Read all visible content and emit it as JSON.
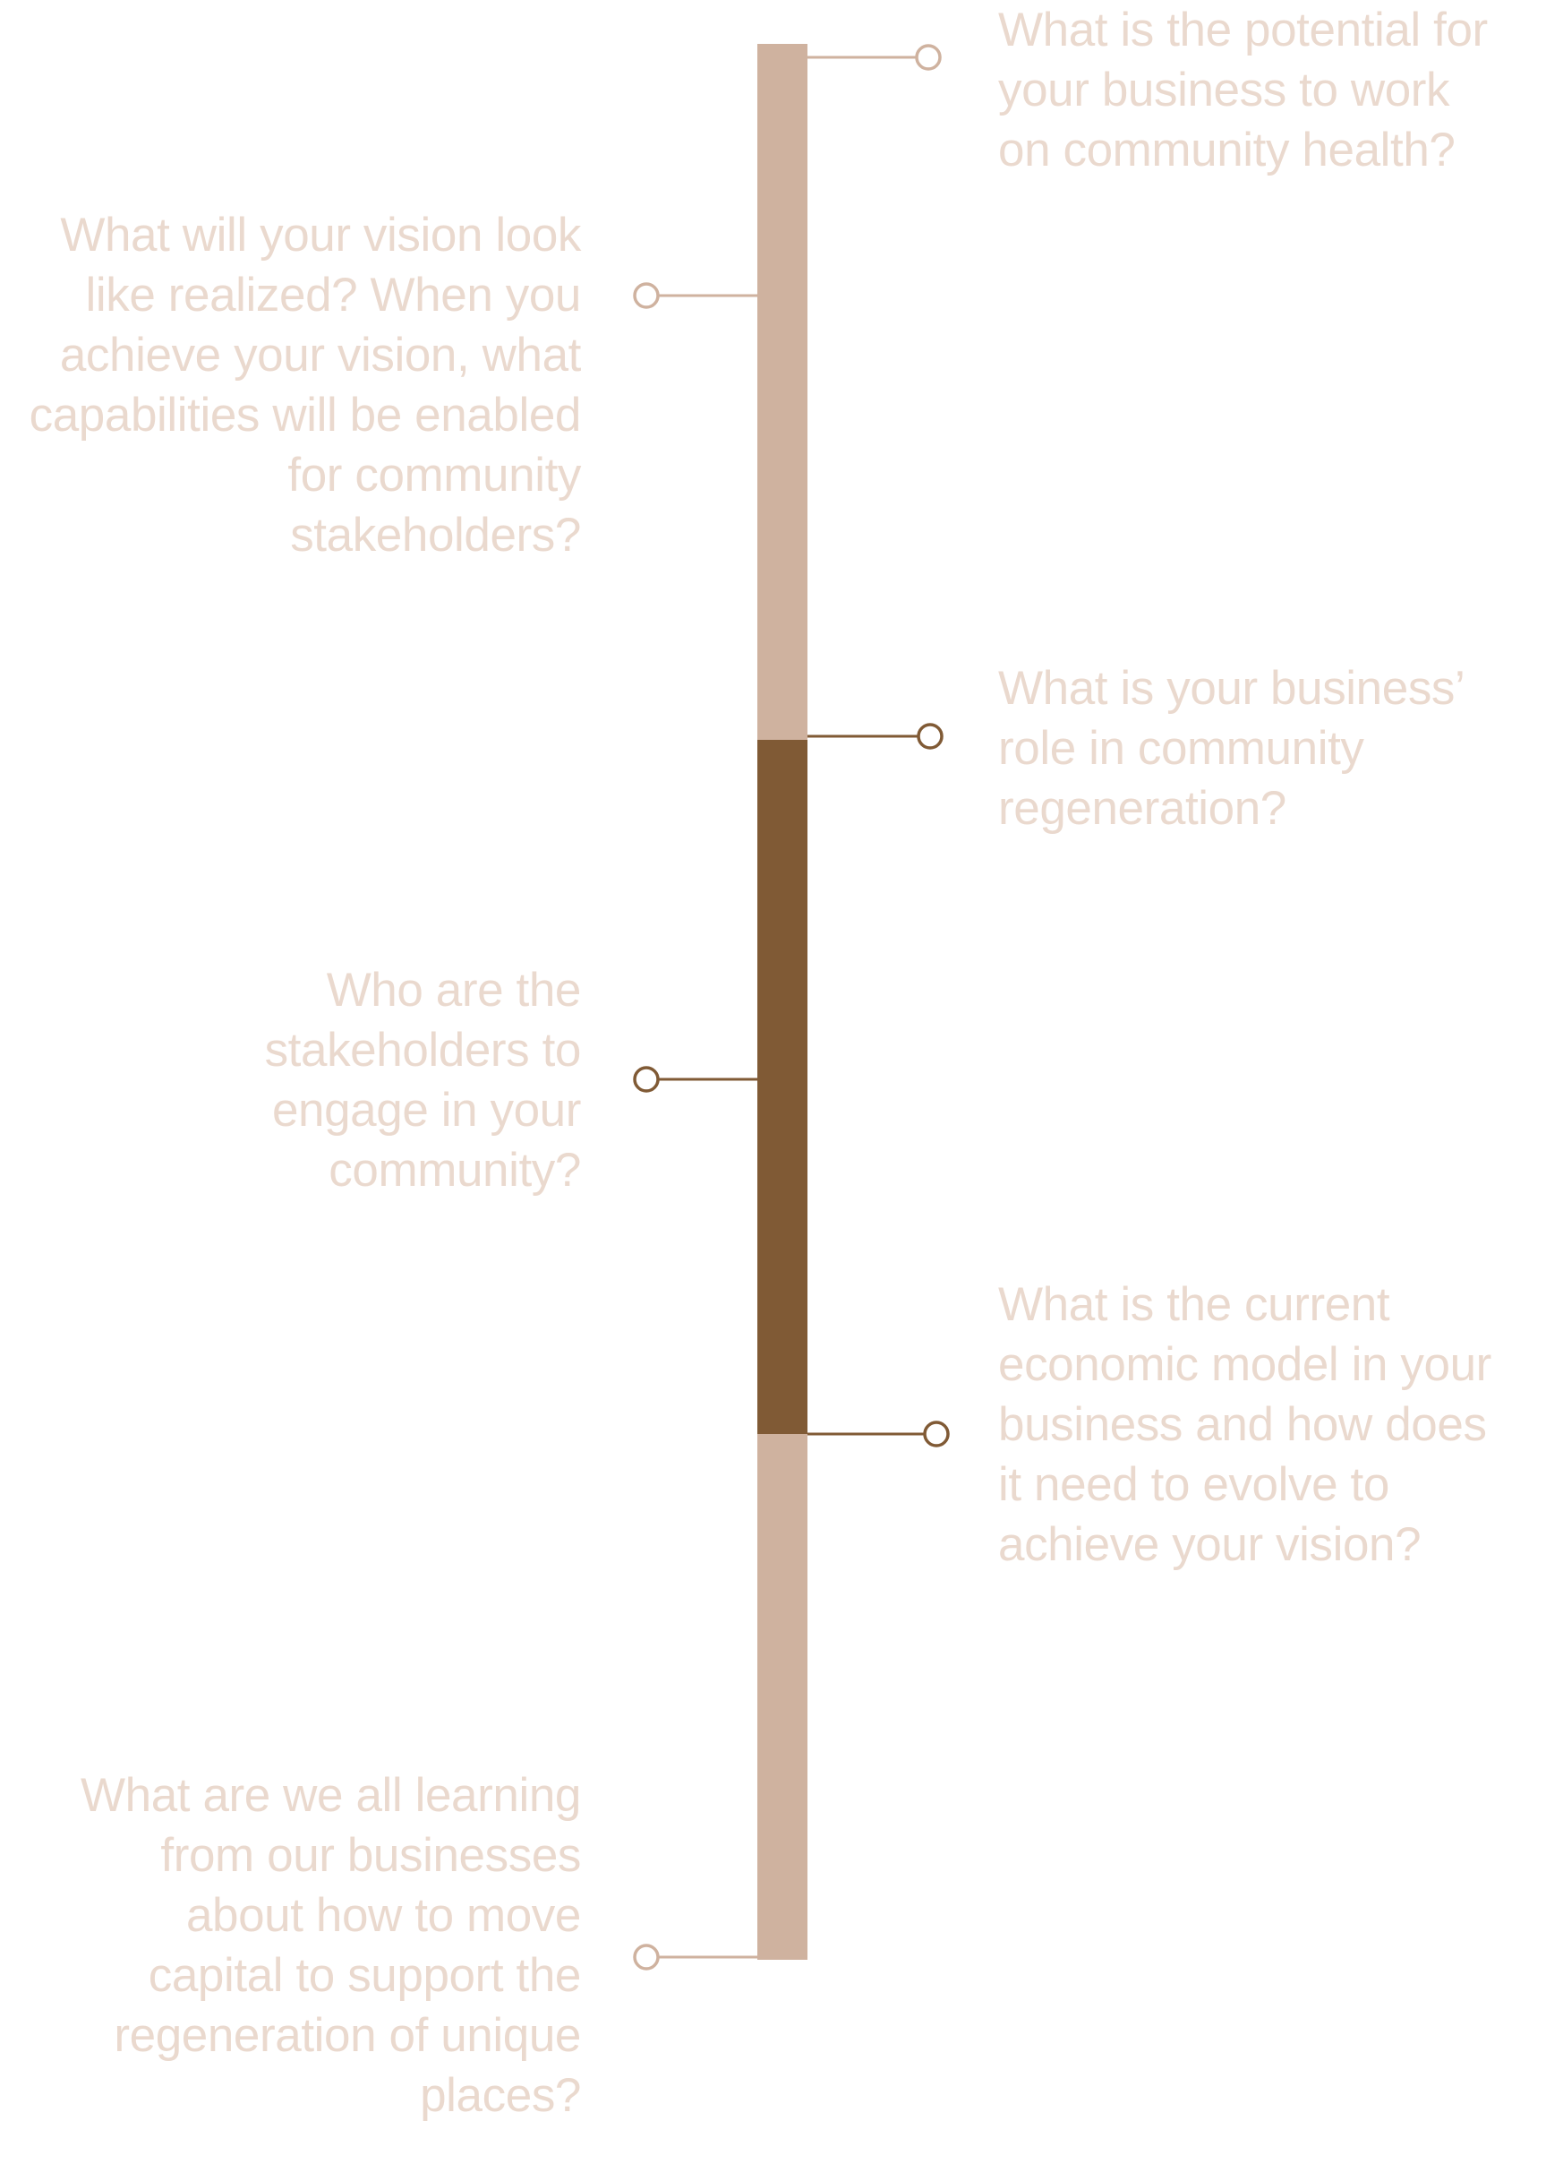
{
  "colors": {
    "bar_light": "#cfb29f",
    "bar_dark": "#805a35",
    "text": "#ead9ce"
  },
  "questions": [
    {
      "text": "What is the potential for\nyour business to work\non community health?",
      "side": "right",
      "segment": "light"
    },
    {
      "text": "What will your vision look\nlike realized? When you\nachieve your vision, what\ncapabilities will be enabled\nfor community\nstakeholders?",
      "side": "left",
      "segment": "light"
    },
    {
      "text": "What is your business’\nrole in community\nregeneration?",
      "side": "right",
      "segment": "dark"
    },
    {
      "text": "Who are the\nstakeholders to\nengage in your\ncommunity?",
      "side": "left",
      "segment": "dark"
    },
    {
      "text": "What is the current\neconomic model in your\nbusiness and how does\nit need to evolve to\nachieve your vision?",
      "side": "right",
      "segment": "dark"
    },
    {
      "text": "What are we all learning\nfrom our businesses\nabout how to move\ncapital to support the\nregeneration of unique\nplaces?",
      "side": "left",
      "segment": "light"
    }
  ]
}
